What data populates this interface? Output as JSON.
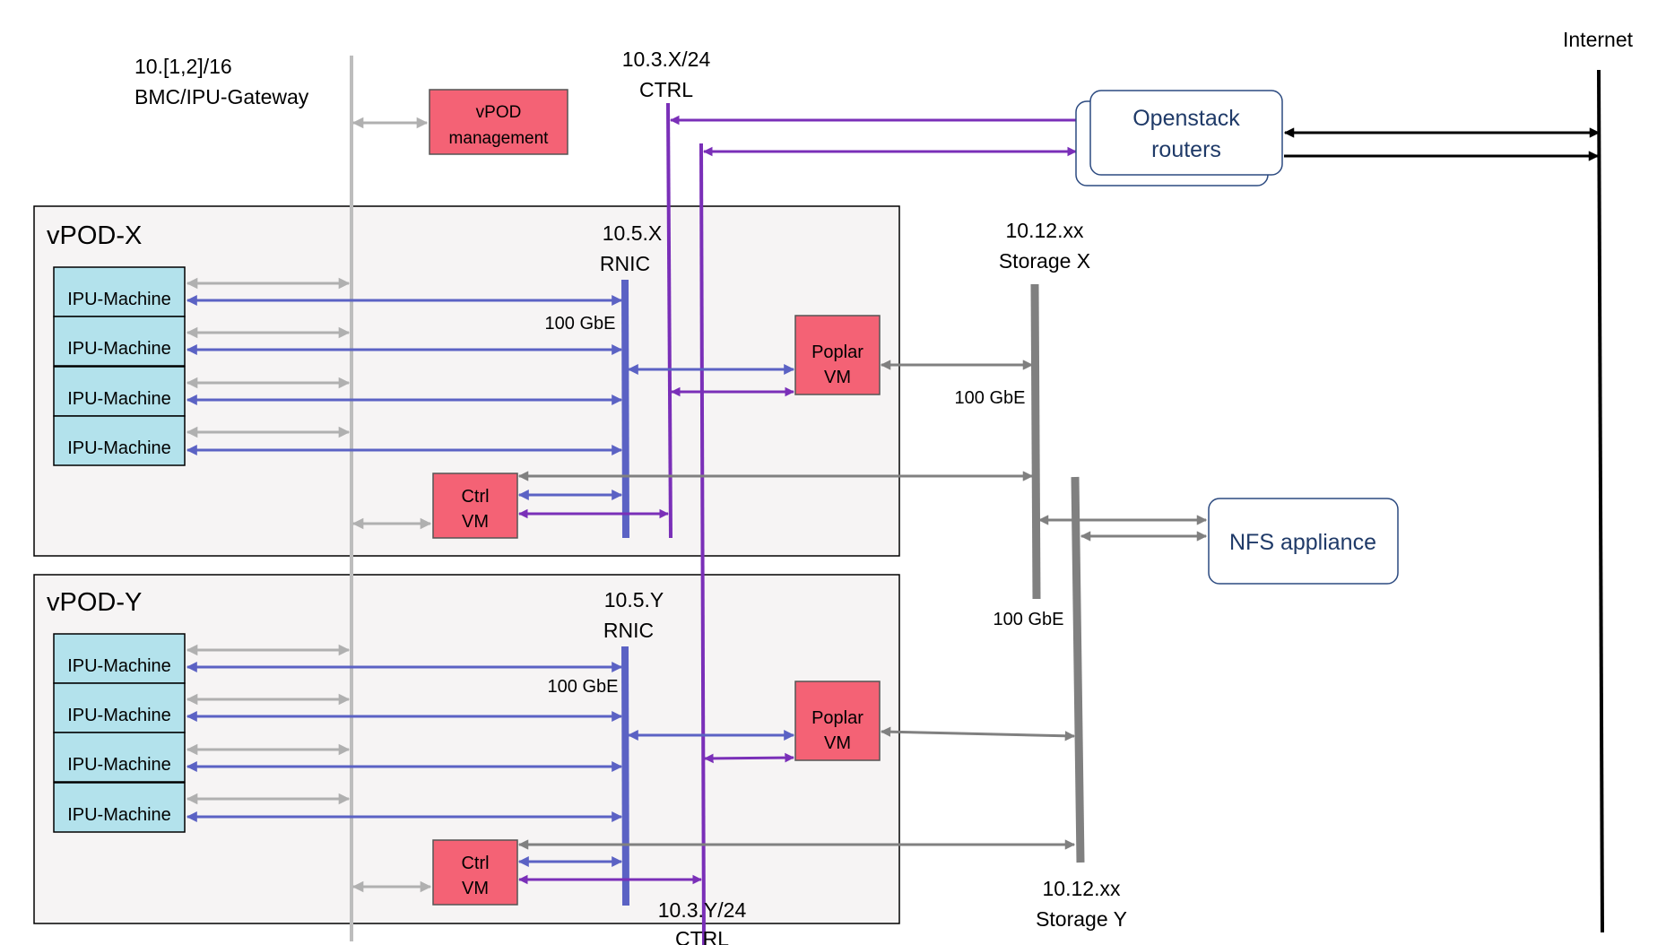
{
  "labels": {
    "bmc_net": "10.[1,2]/16",
    "bmc_name": "BMC/IPU-Gateway",
    "ctrl_x_net": "10.3.X/24",
    "ctrl_x_name": "CTRL",
    "ctrl_y_net": "10.3.Y/24",
    "ctrl_y_name": "CTRL",
    "internet": "Internet",
    "rnic_x_net": "10.5.X",
    "rnic_x_name": "RNIC",
    "rnic_y_net": "10.5.Y",
    "rnic_y_name": "RNIC",
    "storage_x_net": "10.12.xx",
    "storage_x_name": "Storage X",
    "storage_y_net": "10.12.xx",
    "storage_y_name": "Storage Y",
    "gbe_rnic_x": "100 GbE",
    "gbe_rnic_y": "100 GbE",
    "gbe_storage_x": "100 GbE",
    "gbe_storage_y": "100 GbE"
  },
  "boxes": {
    "vpod_mgmt": [
      "vPOD",
      "management"
    ],
    "openstack": [
      "Openstack",
      "routers"
    ],
    "nfs": "NFS appliance"
  },
  "pods": [
    {
      "title": "vPOD-X",
      "machines": [
        "IPU-Machine",
        "IPU-Machine",
        "IPU-Machine",
        "IPU-Machine"
      ],
      "poplar": [
        "Poplar",
        "VM"
      ],
      "ctrl": [
        "Ctrl",
        "VM"
      ]
    },
    {
      "title": "vPOD-Y",
      "machines": [
        "IPU-Machine",
        "IPU-Machine",
        "IPU-Machine",
        "IPU-Machine"
      ],
      "poplar": [
        "Poplar",
        "VM"
      ],
      "ctrl": [
        "Ctrl",
        "VM"
      ]
    }
  ],
  "colors": {
    "bmc_line": "#bdbdbd",
    "rnic": "#5b62c4",
    "ctrl": "#7a2fb8",
    "storage": "#808080",
    "internet": "#000000",
    "ipu_fill": "#b3e2ec",
    "vm_fill": "#f46275",
    "pod_fill": "#f6f4f4",
    "router_text": "#1f3a68"
  }
}
